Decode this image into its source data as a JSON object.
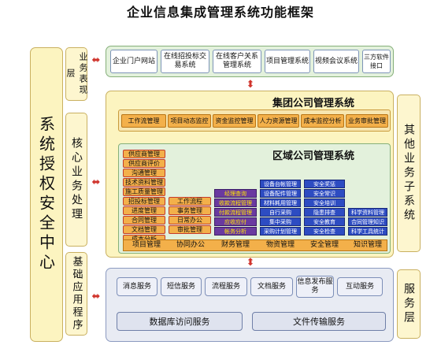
{
  "title": "企业信息集成管理系统功能框架",
  "left_pillar": "系统授权安全中心",
  "layers": {
    "presentation": "业务表现层",
    "core": "核心业务处理",
    "base": "基础应用程序"
  },
  "top_systems": [
    "企业门户网站",
    "在线招投标交易系统",
    "在线客户关系管理系统",
    "项目管理系统",
    "视频会议系统",
    "三方软件接口"
  ],
  "group": {
    "title": "集团公司管理系统",
    "items": [
      "工作流管理",
      "项目动态监控",
      "资金监控管理",
      "人力资源管理",
      "成本监控分析",
      "业务审批管理"
    ]
  },
  "other_subsystems": "其他业务子系统",
  "region": {
    "title": "区域公司管理系统",
    "col1": [
      "供应商管理",
      "供应商评价",
      "沟通管理",
      "技术资料管理",
      "施工质量管理",
      "招投标管理",
      "进度管理",
      "合同管理",
      "文档管理",
      "成本分析"
    ],
    "col2": [
      "工作流程",
      "事务管理",
      "日常办公",
      "审批管理"
    ],
    "col3": [
      "经理查询",
      "收款流程管理",
      "付款流程管理",
      "应收应付",
      "帐务分析"
    ],
    "col4": [
      "设备台帐管理",
      "设备配件管理",
      "材料耗用管理",
      "自行采购",
      "集中采购",
      "采购计划管理"
    ],
    "col5": [
      "安全奖惩",
      "安全常识",
      "安全培训",
      "隐患排查",
      "安全教育",
      "安全检查"
    ],
    "col6": [
      "科学资料管理",
      "合同管理知识",
      "科学工具统计"
    ],
    "bottom_row": [
      "项目管理",
      "协同办公",
      "财务管理",
      "物资管理",
      "安全管理",
      "知识管理"
    ]
  },
  "service_layer": "服务层",
  "services": [
    "消息服务",
    "短信服务",
    "流程服务",
    "文档服务",
    "信息发布服务",
    "互动服务"
  ],
  "infra": [
    "数据库访问服务",
    "文件传输服务"
  ]
}
